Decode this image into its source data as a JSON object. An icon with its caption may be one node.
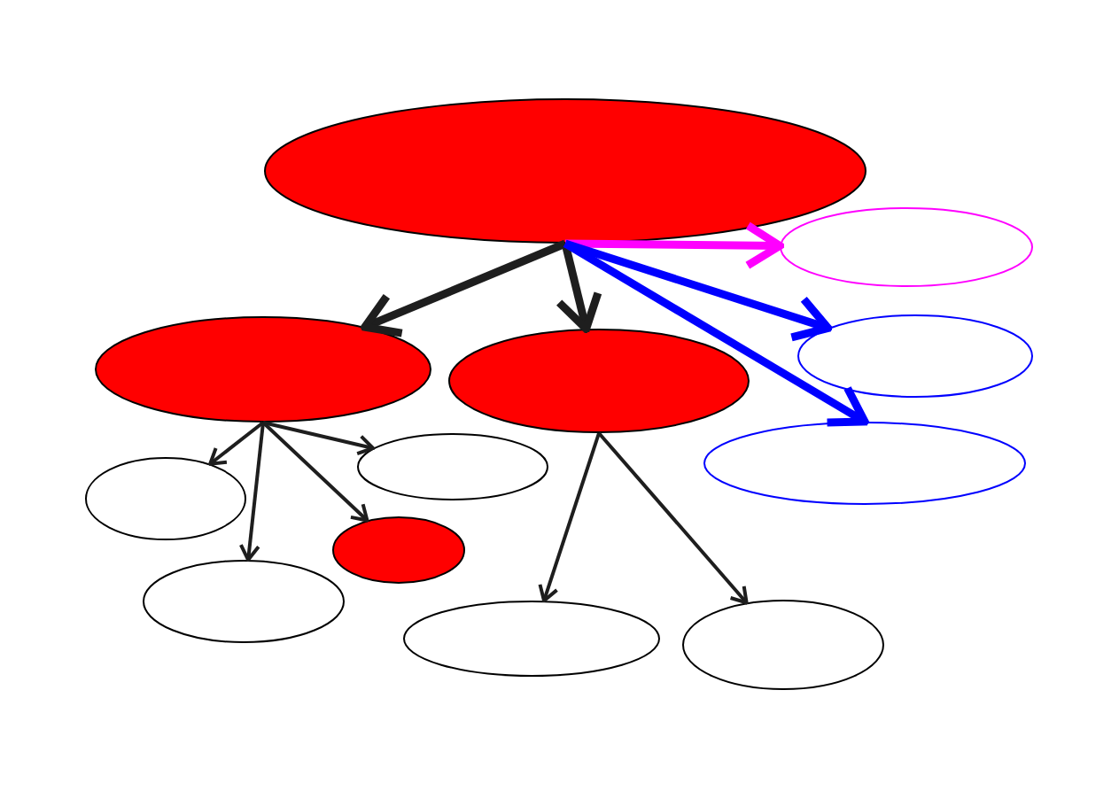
{
  "diagram": {
    "nodes": [
      {
        "text": [],
        "shape": "ellipse"
      },
      {
        "text": [],
        "shape": "ellipse"
      },
      {
        "text": [],
        "shape": "ellipse"
      },
      {
        "text": [],
        "shape": "ellipse"
      },
      {
        "text": [],
        "shape": "ellipse"
      },
      {
        "text": [],
        "shape": "ellipse"
      },
      {
        "text": [],
        "shape": "ellipse"
      },
      {
        "text": [],
        "shape": "ellipse"
      },
      {
        "text": [],
        "shape": "ellipse"
      },
      {
        "text": [],
        "shape": "ellipse"
      },
      {
        "text": [],
        "shape": "ellipse"
      },
      {
        "text": [],
        "shape": "ellipse"
      }
    ],
    "edges": [
      {
        "from": 0,
        "to": 2,
        "arrow": "to",
        "style": "thick"
      },
      {
        "from": 0,
        "to": 3,
        "arrow": "to",
        "style": "thick"
      },
      {
        "from": 0,
        "to": 1,
        "arrow": "to",
        "style": "thick",
        "color": "#ff00ff"
      },
      {
        "from": 0,
        "to": 4,
        "arrow": "to",
        "style": "thick",
        "color": "#0000ff"
      },
      {
        "from": 0,
        "to": 5,
        "arrow": "to",
        "style": "thick",
        "color": "#0000ff"
      },
      {
        "from": 2,
        "to": 6,
        "arrow": "to"
      },
      {
        "from": 2,
        "to": 7,
        "arrow": "to"
      },
      {
        "from": 2,
        "to": 8,
        "arrow": "to"
      },
      {
        "from": 2,
        "to": 9,
        "arrow": "to"
      },
      {
        "from": 3,
        "to": 10,
        "arrow": "to"
      },
      {
        "from": 3,
        "to": 11,
        "arrow": "to"
      }
    ]
  }
}
